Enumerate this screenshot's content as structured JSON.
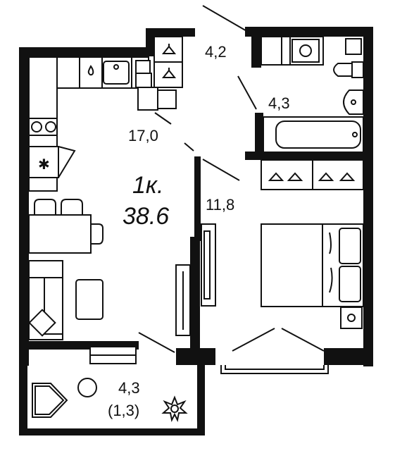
{
  "apartment": {
    "type_label": "1к.",
    "total_area": "38.6"
  },
  "rooms": {
    "hall_area": "4,2",
    "bathroom_area": "4,3",
    "kitchen_living_area": "17,0",
    "bedroom_area": "11,8",
    "balcony_area": "4,3",
    "balcony_reduced_area": "(1,3)"
  },
  "colors": {
    "walls": "#111111",
    "background": "#ffffff"
  }
}
